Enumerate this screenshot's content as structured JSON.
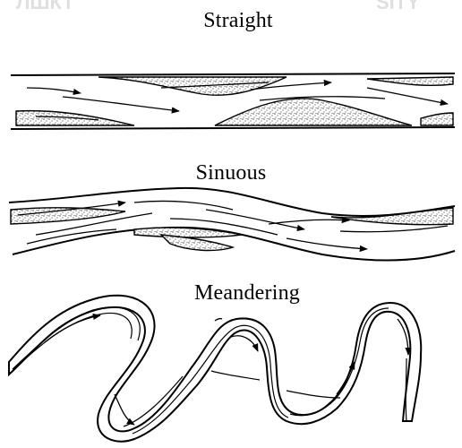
{
  "labels": {
    "straight": "Straight",
    "sinuous": "Sinuous",
    "meandering": "Meandering"
  },
  "colors": {
    "ink": "#000000",
    "background": "#ffffff"
  }
}
